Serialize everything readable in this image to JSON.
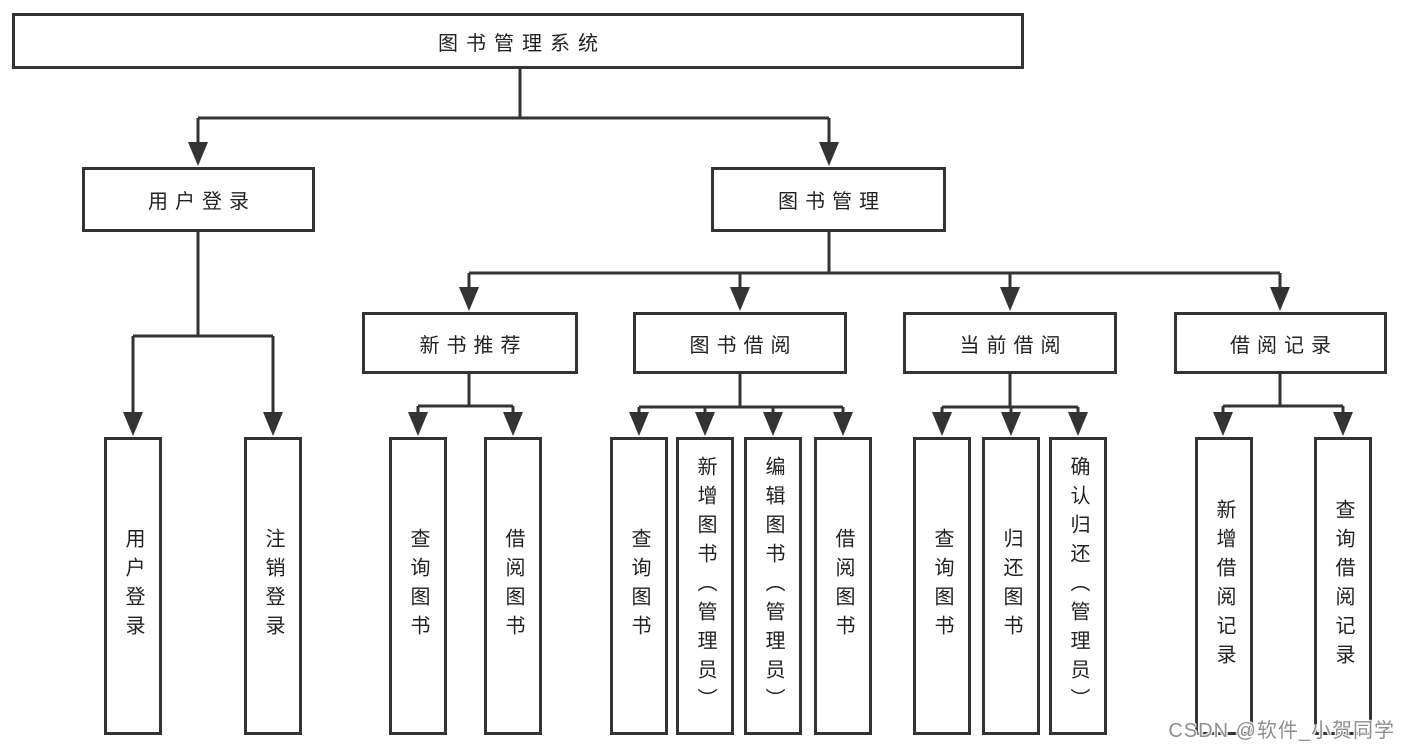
{
  "title": "图书管理系统",
  "watermark": "CSDN @软件_小贺同学",
  "colors": {
    "line": "#333333",
    "box_border": "#333333",
    "box_fill": "#ffffff",
    "text": "#222222",
    "watermark_text": "#8f8f8f"
  },
  "tree": {
    "label": "图书管理系统",
    "children": [
      {
        "label": "用户登录",
        "children": [
          {
            "label": "用户登录"
          },
          {
            "label": "注销登录"
          }
        ]
      },
      {
        "label": "图书管理",
        "children": [
          {
            "label": "新书推荐",
            "children": [
              {
                "label": "查询图书"
              },
              {
                "label": "借阅图书"
              }
            ]
          },
          {
            "label": "图书借阅",
            "children": [
              {
                "label": "查询图书"
              },
              {
                "label": "新增图书（管理员）"
              },
              {
                "label": "编辑图书（管理员）"
              },
              {
                "label": "借阅图书"
              }
            ]
          },
          {
            "label": "当前借阅",
            "children": [
              {
                "label": "查询图书"
              },
              {
                "label": "归还图书"
              },
              {
                "label": "确认归还（管理员）"
              }
            ]
          },
          {
            "label": "借阅记录",
            "children": [
              {
                "label": "新增借阅记录"
              },
              {
                "label": "查询借阅记录"
              }
            ]
          }
        ]
      }
    ]
  }
}
